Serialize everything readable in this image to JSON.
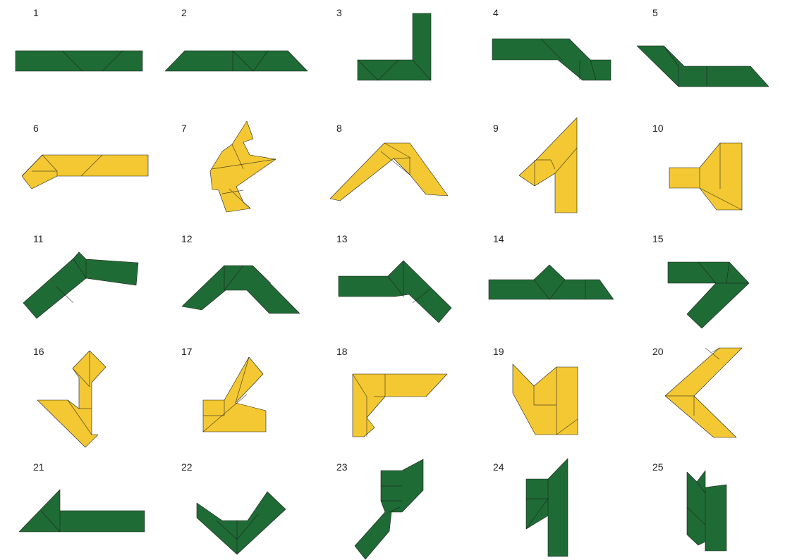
{
  "colors": {
    "green": "#1f6b35",
    "yellow": "#f3c832",
    "background": "#ffffff"
  },
  "figures": [
    {
      "label": "1",
      "color": "green"
    },
    {
      "label": "2",
      "color": "green"
    },
    {
      "label": "3",
      "color": "green"
    },
    {
      "label": "4",
      "color": "green"
    },
    {
      "label": "5",
      "color": "green"
    },
    {
      "label": "6",
      "color": "yellow"
    },
    {
      "label": "7",
      "color": "yellow"
    },
    {
      "label": "8",
      "color": "yellow"
    },
    {
      "label": "9",
      "color": "yellow"
    },
    {
      "label": "10",
      "color": "yellow"
    },
    {
      "label": "11",
      "color": "green"
    },
    {
      "label": "12",
      "color": "green"
    },
    {
      "label": "13",
      "color": "green"
    },
    {
      "label": "14",
      "color": "green"
    },
    {
      "label": "15",
      "color": "green"
    },
    {
      "label": "16",
      "color": "yellow"
    },
    {
      "label": "17",
      "color": "yellow"
    },
    {
      "label": "18",
      "color": "yellow"
    },
    {
      "label": "19",
      "color": "yellow"
    },
    {
      "label": "20",
      "color": "yellow"
    },
    {
      "label": "21",
      "color": "green"
    },
    {
      "label": "22",
      "color": "green"
    },
    {
      "label": "23",
      "color": "green"
    },
    {
      "label": "24",
      "color": "green"
    },
    {
      "label": "25",
      "color": "green"
    }
  ]
}
